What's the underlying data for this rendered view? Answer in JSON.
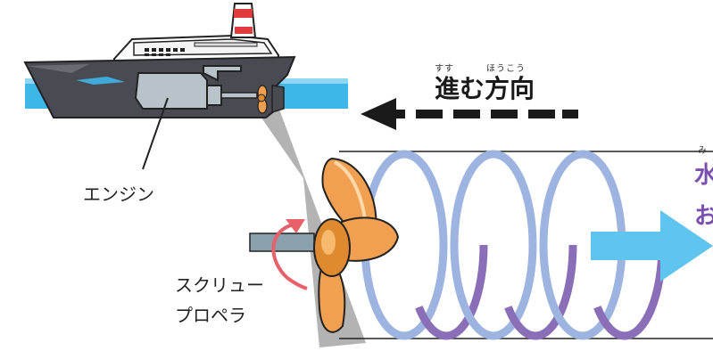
{
  "labels": {
    "engine": "エンジン",
    "screw_line1": "スクリュー",
    "screw_line2": "プロペラ",
    "direction": "進む方向",
    "direction_ruby_1": "すす",
    "direction_ruby_2": "ほうこう",
    "water_line1_partial": "水",
    "water_line2_partial": "お",
    "water_ruby_partial": "み"
  },
  "colors": {
    "sea": "#3fb6e8",
    "hull": "#4a4a52",
    "superstructure": "#ffffff",
    "engine": "#b8c3c9",
    "propeller": "#f0a050",
    "spiral_light": "#9db4e0",
    "spiral_dark": "#8a6fb8",
    "flow_arrow": "#5fc4ee",
    "rotation_arrow": "#e8606a",
    "text_purple": "#7a4fb0"
  },
  "icons": {
    "ship": "ship-icon",
    "propeller": "propeller-icon",
    "rotation": "rotation-arrow-icon",
    "direction_arrow": "dashed-left-arrow-icon",
    "flow_arrow": "flow-right-arrow-icon"
  }
}
